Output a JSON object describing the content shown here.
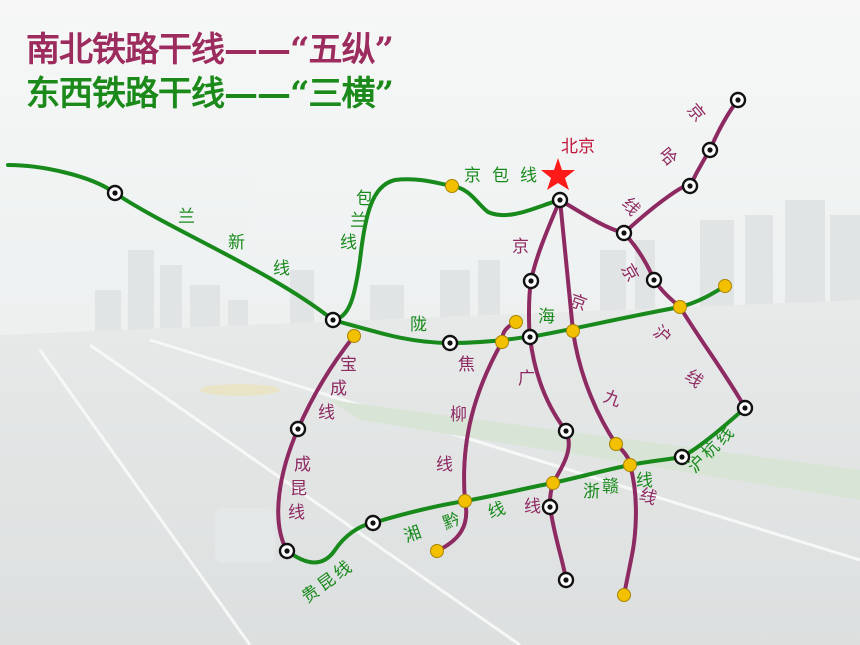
{
  "titles": {
    "north_south": "南北铁路干线——“五纵”",
    "east_west": "东西铁路干线——“三横”"
  },
  "capital": {
    "name": "北京",
    "color": "#ff1a1a"
  },
  "colors": {
    "north_south_line": "#8e2a62",
    "east_west_line": "#188a1c",
    "station_fill": "#f3c000",
    "hub_stroke": "#111111"
  },
  "lines": [
    {
      "id": "lanxin",
      "group": "east_west",
      "label_chars": [
        "兰",
        "新",
        "线"
      ]
    },
    {
      "id": "baolan",
      "group": "east_west",
      "label_chars": [
        "包",
        "兰",
        "线"
      ]
    },
    {
      "id": "jingbao",
      "group": "east_west",
      "label_chars": [
        "京",
        "包",
        "线"
      ]
    },
    {
      "id": "longhai",
      "group": "east_west",
      "label_chars": [
        "陇",
        "海"
      ]
    },
    {
      "id": "huhang",
      "group": "east_west",
      "label_chars": [
        "沪",
        "杭",
        "线"
      ]
    },
    {
      "id": "zhegan",
      "group": "east_west",
      "label_chars": [
        "浙",
        "赣",
        "线"
      ]
    },
    {
      "id": "xiangqian",
      "group": "east_west",
      "label_chars": [
        "湘",
        "黔",
        "线"
      ]
    },
    {
      "id": "guikun",
      "group": "east_west",
      "label_chars": [
        "贵",
        "昆",
        "线"
      ]
    },
    {
      "id": "jingha",
      "group": "north_south",
      "label_chars": [
        "京",
        "哈",
        "线"
      ]
    },
    {
      "id": "jinghu",
      "group": "north_south",
      "label_chars": [
        "京",
        "沪",
        "线"
      ]
    },
    {
      "id": "jingguang",
      "group": "north_south",
      "label_chars": [
        "京",
        "广",
        "线"
      ]
    },
    {
      "id": "jingjiu",
      "group": "north_south",
      "label_chars": [
        "京",
        "九",
        "线"
      ]
    },
    {
      "id": "jiaoliu",
      "group": "north_south",
      "label_chars": [
        "焦",
        "柳",
        "线"
      ]
    },
    {
      "id": "baocheng",
      "group": "north_south",
      "label_chars": [
        "宝",
        "成",
        "线"
      ]
    },
    {
      "id": "chengkun",
      "group": "north_south",
      "label_chars": [
        "成",
        "昆",
        "线"
      ]
    }
  ]
}
